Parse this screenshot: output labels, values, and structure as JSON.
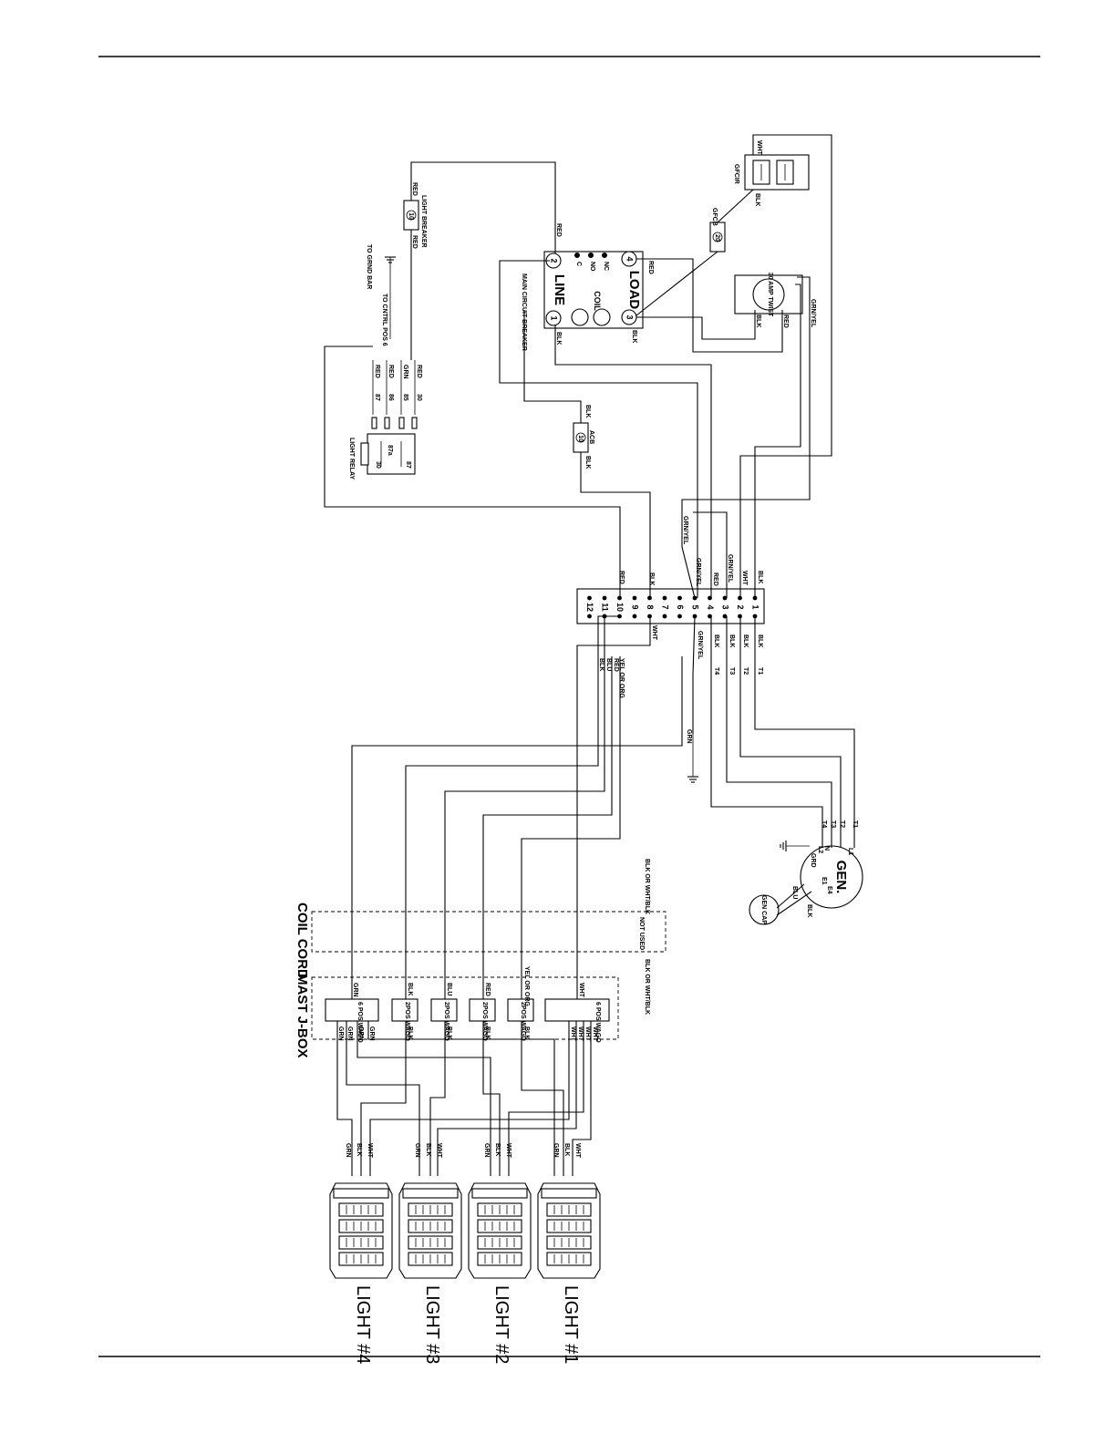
{
  "colors": {
    "ink": "#000000",
    "paper": "#ffffff"
  },
  "labels": {
    "main_breaker": "MAIN CIRCUIT BREAKER",
    "line": "LINE",
    "load": "LOAD",
    "coil": "COIL",
    "nc": "NC",
    "no": "NO",
    "c": "C",
    "t1": "1",
    "t2": "2",
    "t3": "3",
    "t4": "4",
    "red": "RED",
    "blk": "BLK",
    "wht": "WHT",
    "grn": "GRN",
    "blu": "BLU",
    "grnyel": "GRN/YEL",
    "yel_org": "YEL OR ORG",
    "light_breaker": "LIGHT BREAKER",
    "amp10": "10",
    "amp20": "20",
    "gfcb": "GFCB",
    "gfci": "GFCIR",
    "twist_lock": "30 AMP TWIST",
    "acb": "ACB",
    "to_grnd_bar": "TO GRND BAR",
    "to_cntrl": "TO CNTRL POS 6",
    "relay_30": "30",
    "relay_85": "85",
    "relay_86": "86",
    "relay_87": "87",
    "relay_87a": "87a",
    "light_relay": "LIGHT RELAY",
    "tb_numbers": [
      "1",
      "2",
      "3",
      "4",
      "5",
      "6",
      "7",
      "8",
      "9",
      "10",
      "11",
      "12"
    ],
    "gen": "GEN.",
    "gen_cap": "GEN CAP",
    "gen_l1": "L1",
    "gen_l2": "L2",
    "gen_n": "N",
    "gen_grd": "GRD",
    "gen_t1": "T1",
    "gen_t2": "T2",
    "gen_t3": "T3",
    "gen_t4": "T4",
    "gen_e1": "E1",
    "gen_e4": "E4",
    "coil_cord": "COIL CORD",
    "mast_jbox": "MAST J-BOX",
    "not_used": "NOT USED",
    "blk_or_wht_blk": "BLK OR WHT/BLK",
    "wago6": "6 POS WAGO",
    "wago2": "2POS WAGO",
    "lights": [
      "LIGHT #1",
      "LIGHT #2",
      "LIGHT #3",
      "LIGHT #4"
    ]
  }
}
